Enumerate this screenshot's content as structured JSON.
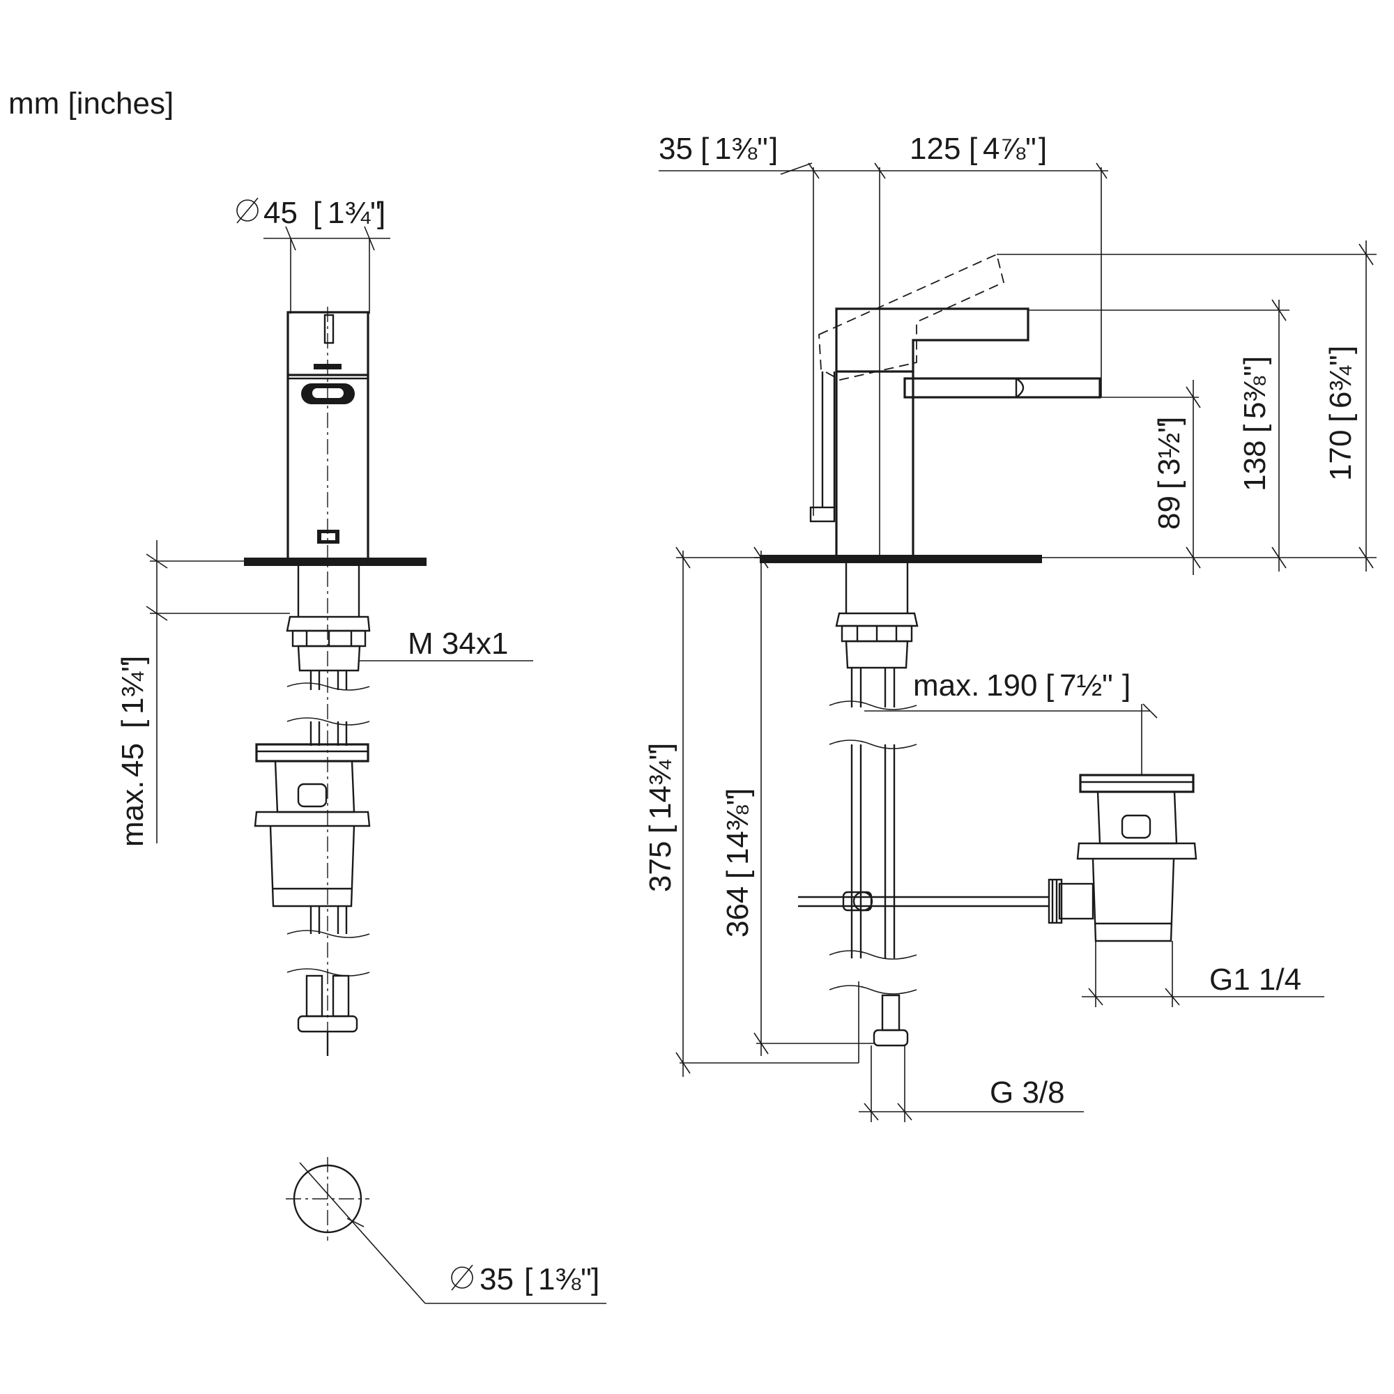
{
  "units_label": "mm [inches]",
  "front_view": {
    "body_diameter": {
      "mm": "45",
      "inch": "1¾\""
    },
    "thread": "M 34x1",
    "max_deck_thickness": {
      "prefix": "max.",
      "mm": "45",
      "inch": "1¾\""
    },
    "hole_diameter": {
      "mm": "35",
      "inch": "1⅜\""
    }
  },
  "side_view": {
    "lever_offset": {
      "mm": "35",
      "inch": "1⅜\""
    },
    "spout_reach": {
      "mm": "125",
      "inch": "4⅞\""
    },
    "spout_height": {
      "mm": "89",
      "inch": "3½\""
    },
    "body_height": {
      "mm": "138",
      "inch": "5⅜\""
    },
    "lever_height": {
      "mm": "170",
      "inch": "6¾\""
    },
    "waste_offset": {
      "prefix": "max.",
      "mm": "190",
      "inch": "7½\""
    },
    "hose_length_long": {
      "mm": "375",
      "inch": "14¾\""
    },
    "hose_length_short": {
      "mm": "364",
      "inch": "14⅜\""
    },
    "waste_thread": "G1 1/4",
    "supply_thread": "G 3/8"
  }
}
